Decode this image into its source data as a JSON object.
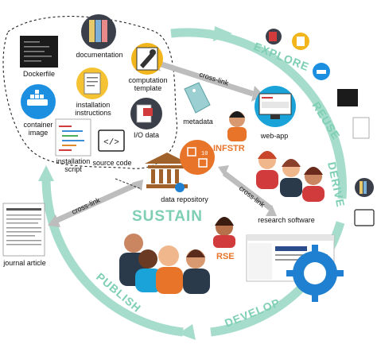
{
  "cycle": {
    "phases": [
      "EXPLORE",
      "REUSE",
      "DERIVE",
      "DEVELOP",
      "PUBLISH"
    ],
    "center_label": "SUSTAIN",
    "ring_color": "#a6dccb",
    "phase_color": "#7ecfb3"
  },
  "artifacts": {
    "dockerfile": "Dockerfile",
    "documentation": "documentation",
    "computation_template": "computation template",
    "installation_instructions": "installation instructions",
    "container_image": "container image",
    "io_data": "I/O data",
    "metadata": "metadata",
    "web_app": "web-app",
    "installation_script": "installation script",
    "source_code": "source code",
    "data_repository": "data repository",
    "research_software": "research software",
    "journal_article": "journal article"
  },
  "roles": {
    "infrastructure": "INFSTR",
    "rse": "RSE"
  },
  "links": {
    "cross_link": "cross-link"
  },
  "colors": {
    "accent_orange": "#e8742a",
    "docker_blue": "#1d8fe1",
    "gear_blue": "#1f7fd0",
    "arrow_gray": "#b8b8b8",
    "tag_teal": "#9ccfd2"
  },
  "icons": [
    "dockerfile-icon",
    "documentation-icon",
    "wrench-icon",
    "instructions-icon",
    "docker-icon",
    "io-data-icon",
    "metadata-tag-icon",
    "web-app-icon",
    "script-icon",
    "source-code-icon",
    "repository-icon",
    "infrastructure-icon",
    "gear-icon",
    "article-icon",
    "software-window-icon"
  ]
}
